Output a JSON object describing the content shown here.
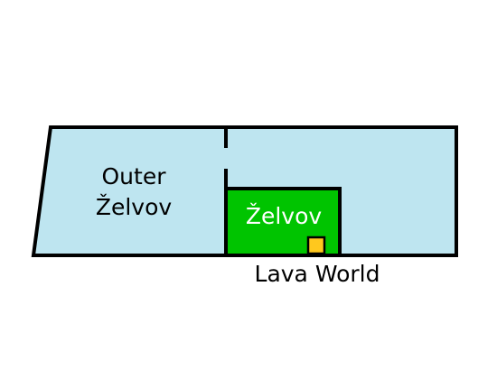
{
  "map": {
    "regions": {
      "outer_zelvov": {
        "label_lines": [
          "Outer",
          "Želvov"
        ],
        "fill": "#bee5f0"
      },
      "zelvov": {
        "label": "Želvov",
        "fill": "#00c400",
        "label_color": "#ffffff"
      },
      "lava_world": {
        "label": "Lava World"
      }
    },
    "marker": {
      "fill": "#ffc81e"
    },
    "border_color": "#000000",
    "label_color": "#000000"
  }
}
